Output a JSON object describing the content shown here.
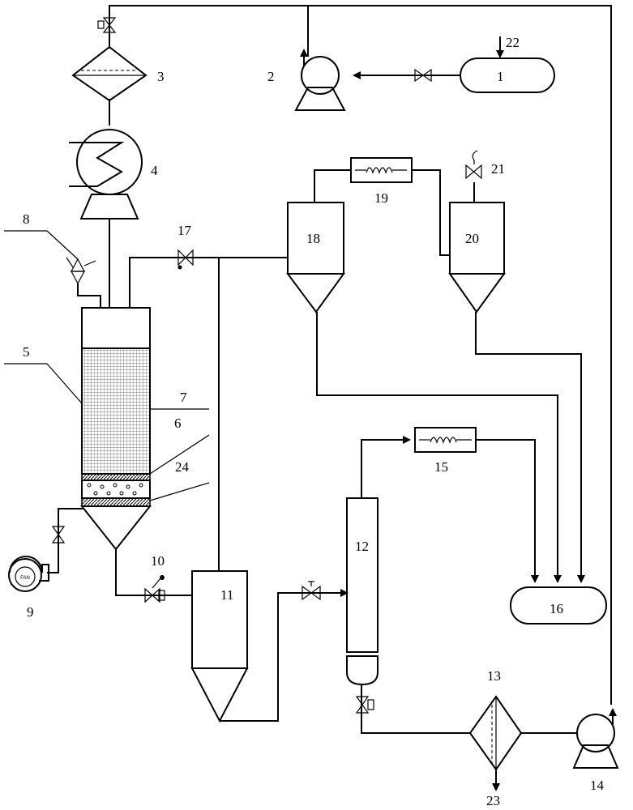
{
  "labels": {
    "l1": "1",
    "l2": "2",
    "l3": "3",
    "l4": "4",
    "l5": "5",
    "l6": "6",
    "l7": "7",
    "l8": "8",
    "l9": "9",
    "l10": "10",
    "l11": "11",
    "l12": "12",
    "l13": "13",
    "l14": "14",
    "l15": "15",
    "l16": "16",
    "l17": "17",
    "l18": "18",
    "l19": "19",
    "l20": "20",
    "l21": "21",
    "l22": "22",
    "l23": "23",
    "l24": "24"
  },
  "fan_text": "FAN",
  "icons": [
    "valve-icon",
    "pump-icon",
    "filter-icon",
    "heat-exchanger-icon",
    "condenser-coil-icon",
    "blower-fan-icon",
    "safety-valve-icon",
    "arrow-icon"
  ]
}
